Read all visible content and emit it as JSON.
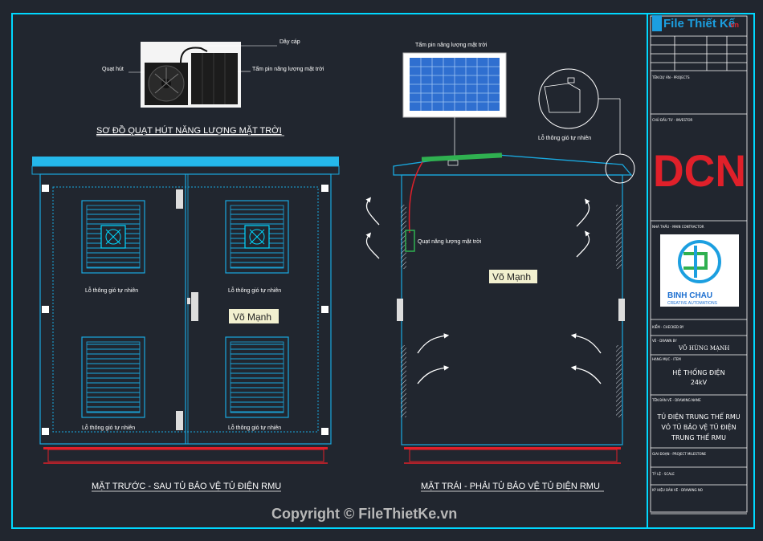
{
  "labels": {
    "day_cap": "Dây cáp",
    "quat_hut": "Quạt hút",
    "tam_pin_top": "Tấm pin năng lượng mặt trời",
    "title_fan": "SƠ ĐỒ QUẠT HÚT NĂNG LƯỢNG MẶT TRỜI",
    "tam_pin_right": "Tấm pin năng lượng mặt trời",
    "lo_thong_gio_detail": "Lỗ thông gió tự nhiên",
    "vent1": "Lỗ thông gió tự nhiên",
    "vent2": "Lỗ thông gió tự nhiên",
    "vent3": "Lỗ thông gió tự nhiên",
    "vent4": "Lỗ thông gió tự nhiên",
    "watermark_front": "Võ Mạnh",
    "watermark_side": "Võ Mạnh",
    "quat_nang_luong": "Quạt năng lượng mặt trời",
    "caption_front": "MẶT TRƯỚC - SAU TỦ BẢO VỆ TỦ ĐIỆN RMU",
    "caption_side": "MẶT TRÁI - PHẢI TỦ BẢO VỆ TỦ ĐIỆN RMU",
    "copyright": "Copyright © FileThietKe.vn"
  },
  "title_block": {
    "logo_text": "File Thiết Kế",
    "logo_suffix": ".vn",
    "project_label": "TÊN DỰ ÁN - PROJECTS",
    "owner_label": "CHỦ ĐẦU TƯ - INVESTOR",
    "dcn_logo": "DCN",
    "contractor_label": "NHÀ THẦU - MAIN CONTRACTOR",
    "binh_chau_name": "BINH CHAU",
    "binh_chau_tag": "CREATIVE AUTOMATIONS",
    "check_label": "KIỂM - CHECKED BY",
    "drawn_label": "VẼ - DRAWN BY",
    "drawn_name": "VÕ HÙNG MẠNH",
    "item_label": "HẠNG MỤC - ITEM",
    "system_title": "HỆ THỐNG ĐIỆN",
    "system_voltage": "24kV",
    "drawing_name_label": "TÊN BẢN VẼ - DRAWING NAME",
    "drawing_name_1": "TỦ ĐIỆN TRUNG THẾ RMU",
    "drawing_name_2": "VỎ TỦ BẢO VỆ TỦ ĐIỆN",
    "drawing_name_3": "TRUNG THẾ RMU",
    "scale_label": "GIAI ĐOẠN - PROJECT MILESTONE",
    "rev_label": "TỶ LỆ - SCALE",
    "number_label": "KÝ HIỆU BẢN VẼ - DRAWING NO"
  },
  "colors": {
    "frame": "#00d8ff",
    "linework": "#19a9e0",
    "roof": "#25b8ea",
    "base": "#e0202a",
    "dcn": "#e0202a",
    "panel_blue": "#2f6fd0",
    "green_strip": "#2fb050",
    "watermark_bg": "#f2f0cf"
  }
}
